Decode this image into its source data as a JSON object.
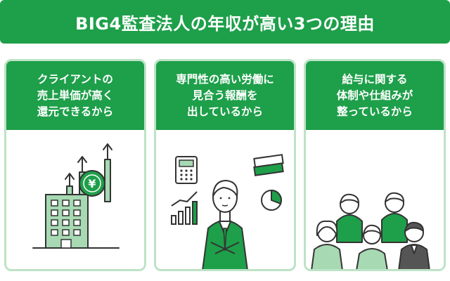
{
  "title": "BIG4監査法人の年収が高い3つの理由",
  "colors": {
    "brand_green": "#1e9f4a",
    "card_border": "#bde3c6",
    "light_green": "#a7d9b3"
  },
  "cards": [
    {
      "lines": [
        "クライアントの",
        "売上単価が高く",
        "還元できるから"
      ],
      "illustration": "building-yen-growth-icon"
    },
    {
      "lines": [
        "専門性の高い労働に",
        "見合う報酬を",
        "出しているから"
      ],
      "illustration": "businessman-finance-icon"
    },
    {
      "lines": [
        "給与に関する",
        "体制や仕組みが",
        "整っているから"
      ],
      "illustration": "team-group-icon"
    }
  ]
}
